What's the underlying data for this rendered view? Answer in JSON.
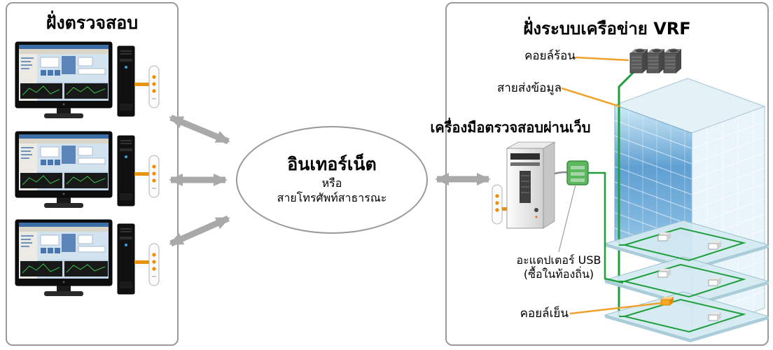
{
  "left_panel": {
    "title": "ฝั่งตรวจสอบ"
  },
  "network_cloud": {
    "line1": "อินเทอร์เน็ต",
    "line2": "หรือ",
    "line3": "สายโทรศัพท์สาธารณะ"
  },
  "right_panel": {
    "title": "ฝั่งระบบเครือข่าย VRF",
    "labels": {
      "hot_coil": "คอยล์ร้อน",
      "data_line": "สายส่งข้อมูล",
      "web_tool": "เครื่องมือตรวจสอบผ่านเว็บ",
      "usb_adapter": "อะแดปเตอร์ USB",
      "usb_adapter_note": "(ซื้อในท้องถิ่น)",
      "cold_coil": "คอยล์เย็น"
    }
  },
  "colors": {
    "accent_orange": "#e8930f",
    "leader_orange": "#f0a32c",
    "line_green": "#1f9e3d",
    "arrow_gray": "#a9a9a9",
    "building_blue": "#5f9fd2",
    "panel_border": "#9a9a9a"
  }
}
